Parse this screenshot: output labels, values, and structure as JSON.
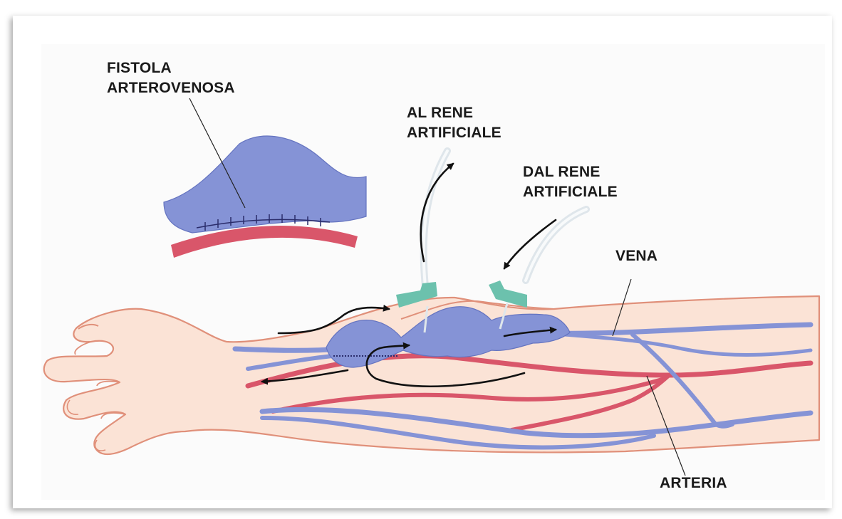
{
  "labels": {
    "fistola_line1": "FISTOLA",
    "fistola_line2": "ARTEROVENOSA",
    "al_rene_line1": "AL RENE",
    "al_rene_line2": "ARTIFICIALE",
    "dal_rene_line1": "DAL RENE",
    "dal_rene_line2": "ARTIFICIALE",
    "vena": "VENA",
    "arteria": "ARTERIA"
  },
  "colors": {
    "skin": "#fbe3d6",
    "skin_outline": "#e0907a",
    "vein": "#7f8fd8",
    "vein_outline": "#5463b8",
    "artery": "#d9566a",
    "connector": "#6cc1ad",
    "arrow": "#111111"
  }
}
